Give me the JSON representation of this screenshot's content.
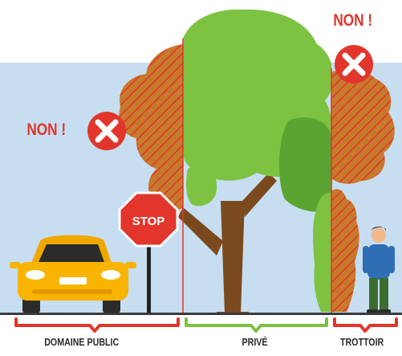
{
  "colors": {
    "sky": "#c6def0",
    "foliage_light": "#7ec242",
    "foliage_dark": "#5aa532",
    "trunk": "#7a4a1e",
    "warning_red": "#e2352b",
    "hatch_fill": "#c77a2c",
    "ground_line": "#3a3a3a",
    "bracket_red": "#e2352b",
    "bracket_green": "#7cc142",
    "car": "#f8b400",
    "label_dark": "#2b2b2b"
  },
  "icons": {
    "forbidden": "forbidden-x-icon",
    "stop_sign": "stop-sign-icon",
    "car": "car-icon",
    "person": "pedestrian-icon"
  },
  "labels": {
    "non_left": "NON !",
    "non_right": "NON !",
    "stop_sign": "STOP",
    "domaine_public": "DOMAINE PUBLIC",
    "prive": "PRIVÉ",
    "trottoir": "TROTTOIR"
  }
}
